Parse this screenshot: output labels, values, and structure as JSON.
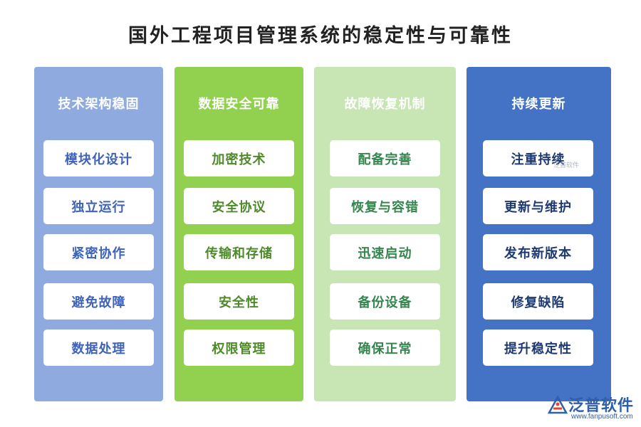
{
  "title": "国外工程项目管理系统的稳定性与可靠性",
  "columns": [
    {
      "header": "技术架构稳固",
      "items": [
        "模块化设计",
        "独立运行",
        "紧密协作",
        "避免故障",
        "数据处理"
      ]
    },
    {
      "header": "数据安全可靠",
      "items": [
        "加密技术",
        "安全协议",
        "传输和存储",
        "安全性",
        "权限管理"
      ]
    },
    {
      "header": "故障恢复机制",
      "items": [
        "配备完善",
        "恢复与容错",
        "迅速启动",
        "备份设备",
        "确保正常"
      ]
    },
    {
      "header": "持续更新",
      "items": [
        "注重持续",
        "更新与维护",
        "发布新版本",
        "修复缺陷",
        "提升稳定性"
      ]
    }
  ],
  "watermark_small": "泛普软件",
  "logo": {
    "name": "泛普软件",
    "url": "www.fanpusoft.com",
    "icon": "fanpu-logo-icon",
    "color": "#2f5fa8"
  },
  "colors": {
    "col1": "#8eaadf",
    "col2": "#92d050",
    "col3": "#c8e6b4",
    "col4": "#4472c4"
  }
}
